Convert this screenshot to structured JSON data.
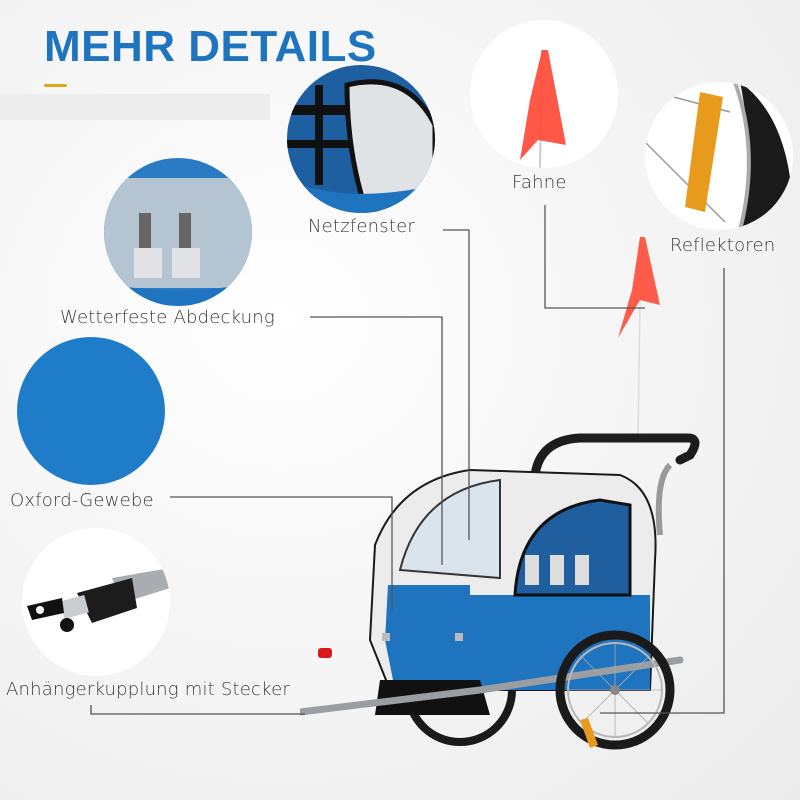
{
  "header": {
    "title": "MEHR DETAILS"
  },
  "features": [
    {
      "id": "netzfenster",
      "label": "Netzfenster",
      "icon": "mesh-window-photo"
    },
    {
      "id": "fahne",
      "label": "Fahne",
      "icon": "flag-photo"
    },
    {
      "id": "reflektoren",
      "label": "Reflektoren",
      "icon": "reflector-photo"
    },
    {
      "id": "abdeckung",
      "label": "Wetterfeste Abdeckung",
      "icon": "rain-cover-photo"
    },
    {
      "id": "oxford",
      "label": "Oxford-Gewebe",
      "icon": "fabric-swatch-photo"
    },
    {
      "id": "kupplung",
      "label": "Anhängerkupplung mit Stecker",
      "icon": "hitch-coupler-photo"
    }
  ],
  "product": {
    "name": "bike-trailer",
    "colors": {
      "primary": "#1f74bf",
      "trim": "#f2f2f2",
      "frame": "#9a9ea3",
      "flag": "#ff4a36",
      "reflector": "#e89a1c"
    }
  },
  "colors": {
    "title": "#1f74bf",
    "accent": "#dca919",
    "label_text": "#3c3c3c",
    "connector": "#555555"
  }
}
